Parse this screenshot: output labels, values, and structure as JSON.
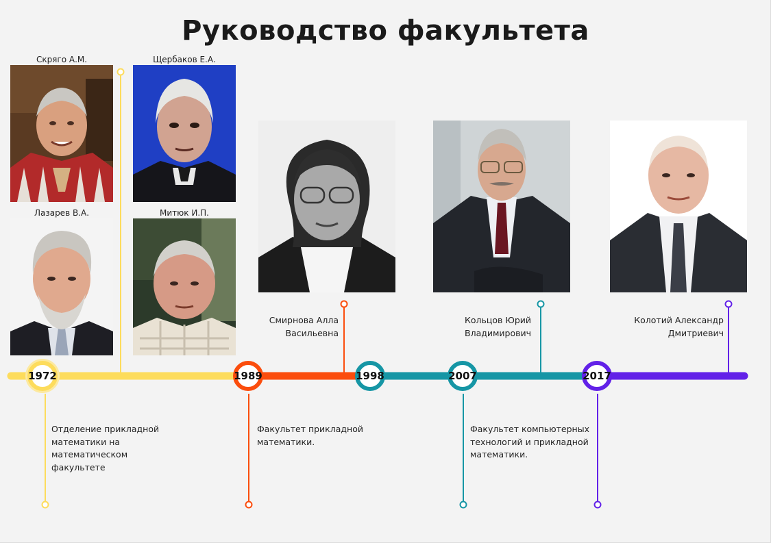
{
  "title": "Руководство факультета",
  "colors": {
    "yellow": "#fddc5c",
    "orange": "#fb4d0d",
    "teal": "#1696a5",
    "purple": "#6221e8"
  },
  "early_heads": [
    {
      "name": "Скряго А.М."
    },
    {
      "name": "Щербаков Е.А."
    },
    {
      "name": "Лазарев В.А."
    },
    {
      "name": "Митюк И.П."
    }
  ],
  "deans": [
    {
      "name_line1": "Смирнова Алла",
      "name_line2": "Васильевна"
    },
    {
      "name_line1": "Кольцов Юрий",
      "name_line2": "Владимирович"
    },
    {
      "name_line1": "Колотий Александр",
      "name_line2": "Дмитриевич"
    }
  ],
  "years": [
    "1972",
    "1989",
    "1998",
    "2007",
    "2017"
  ],
  "events": [
    {
      "text": "Отделение прикладной математики на математическом факультете"
    },
    {
      "text": "Факультет прикладной математики."
    },
    {
      "text": "Факультет компьютерных технологий и прикладной математики."
    }
  ]
}
